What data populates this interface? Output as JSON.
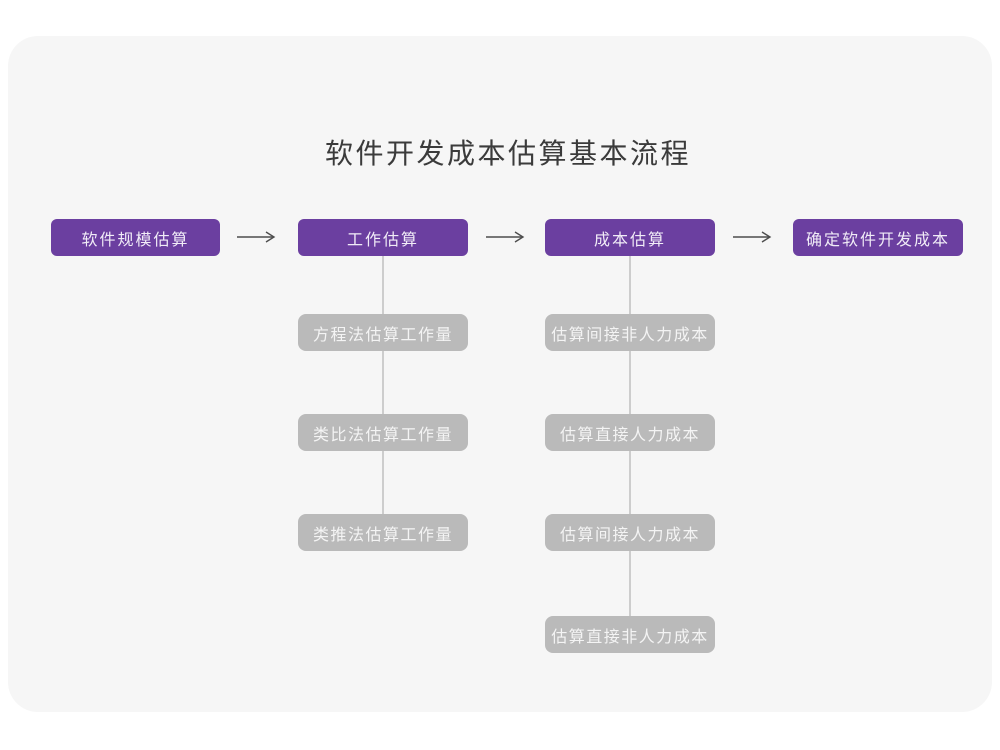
{
  "title": "软件开发成本估算基本流程",
  "main_flow": [
    "软件规模估算",
    "工作估算",
    "成本估算",
    "确定软件开发成本"
  ],
  "work_estimation_methods": [
    "方程法估算工作量",
    "类比法估算工作量",
    "类推法估算工作量"
  ],
  "cost_estimation_steps": [
    "估算间接非人力成本",
    "估算直接人力成本",
    "估算间接人力成本",
    "估算直接非人力成本"
  ],
  "colors": {
    "canvas_background": "#F6F6F6",
    "primary_node": "#6B3FA0",
    "primary_node_text": "#F1ECF7",
    "secondary_node": "#BABABA",
    "secondary_node_text": "#F4F4F4",
    "arrow": "#4D4D4D",
    "connector_line": "#CDCDCD",
    "title_text": "#3B3B3B"
  }
}
